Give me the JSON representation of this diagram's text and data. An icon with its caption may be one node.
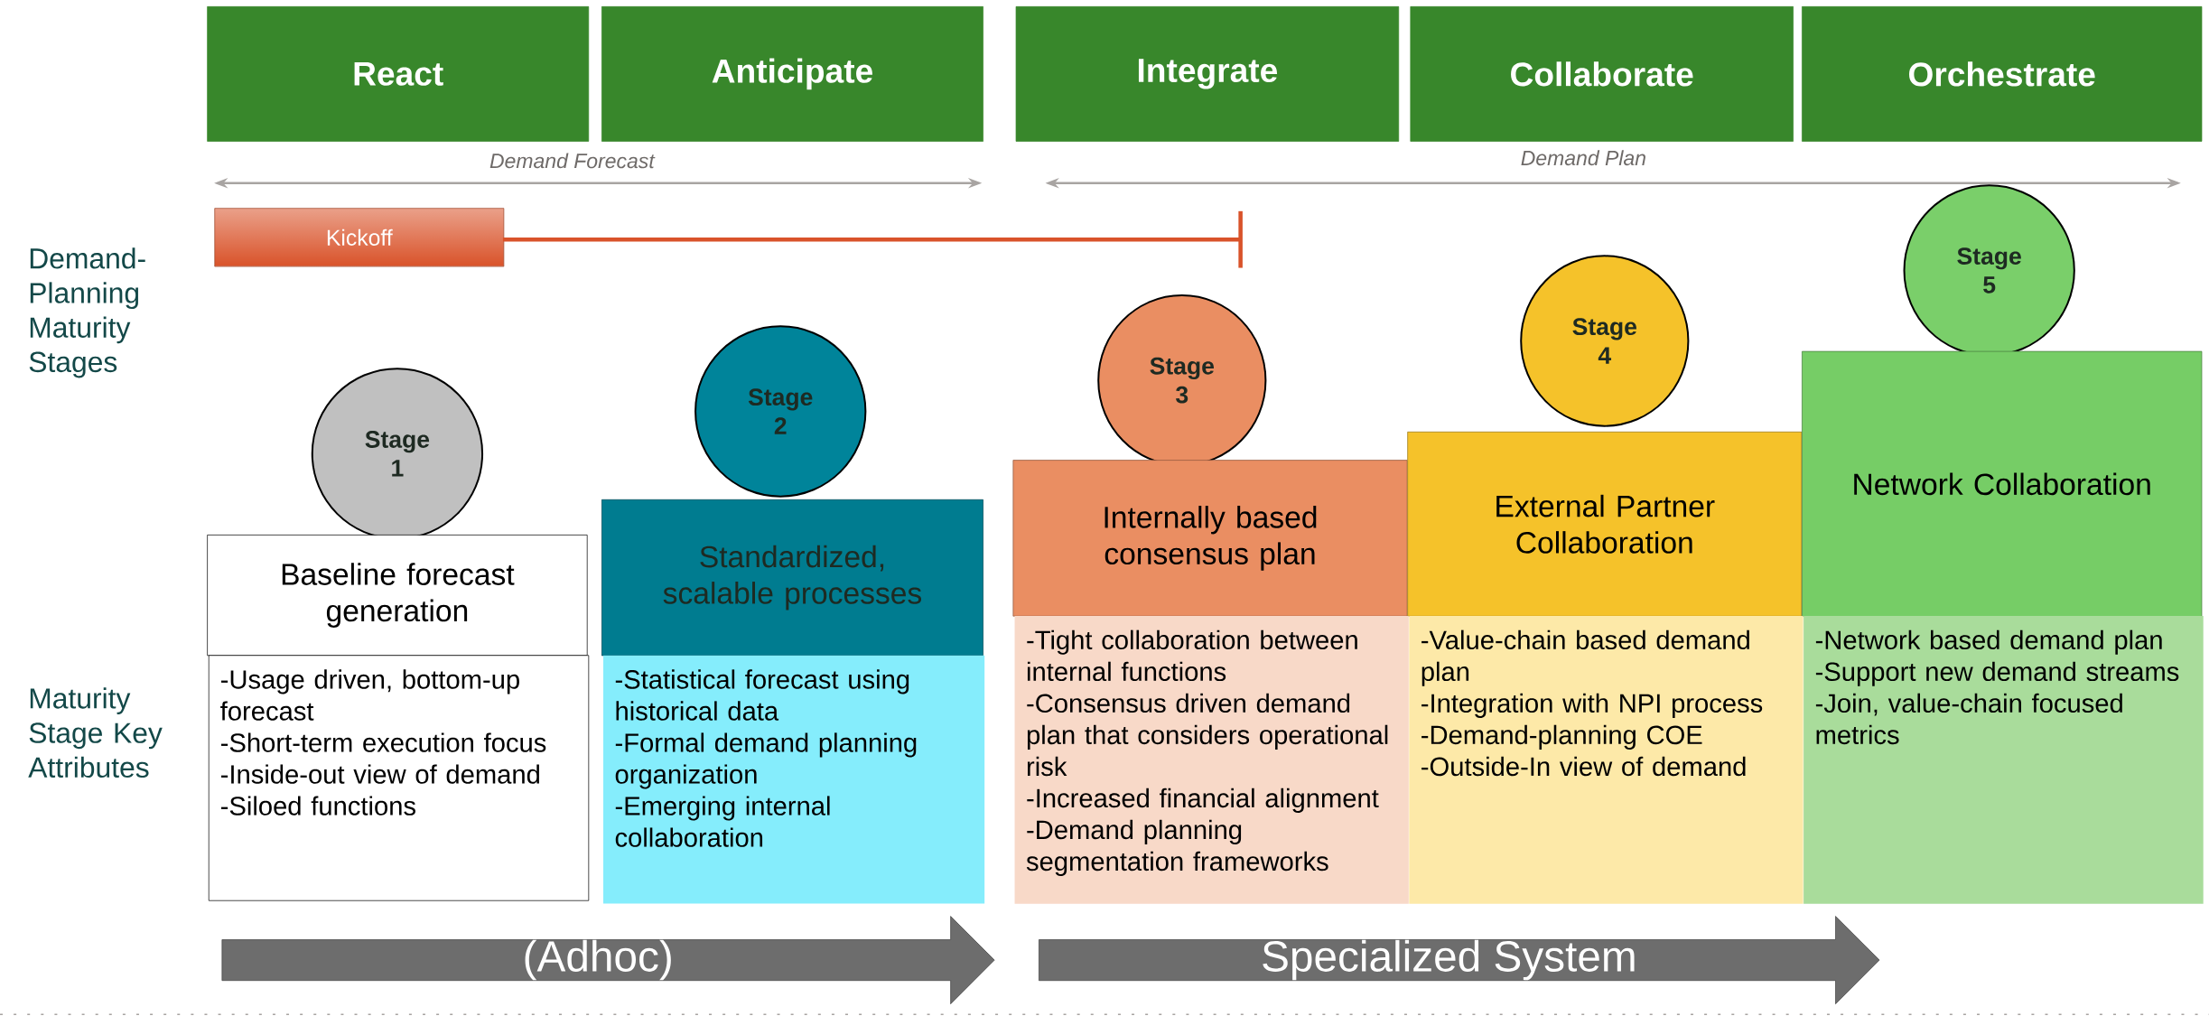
{
  "diagram": {
    "nodes": [
      {
        "text": [
          "React"
        ]
      },
      {
        "text": [
          "Anticipate"
        ]
      },
      {
        "text": [
          "Integrate"
        ]
      },
      {
        "text": [
          "Collaborate"
        ]
      },
      {
        "text": [
          "Orchestrate"
        ]
      },
      {
        "text": [
          "Kickoff"
        ]
      },
      {
        "text": [
          "Stage 1"
        ]
      },
      {
        "text": [
          "Stage 2"
        ]
      },
      {
        "text": [
          "Stage 3"
        ]
      },
      {
        "text": [
          "Stage 4"
        ]
      },
      {
        "text": [
          "Stage 5"
        ]
      },
      {
        "text": [
          "Baseline forecast generation"
        ]
      },
      {
        "text": [
          "Standardized, scalable processes"
        ]
      },
      {
        "text": [
          "Internally based consensus plan"
        ]
      },
      {
        "text": [
          "External Partner Collaboration"
        ]
      },
      {
        "text": [
          "Network Collaboration"
        ]
      },
      {
        "text": [
          "-Usage driven, bottom-up forecast",
          "-Short-term execution focus",
          "-Inside-out view of demand",
          "-Siloed functions"
        ]
      },
      {
        "text": [
          "-Statistical forecast using historical data",
          "-Formal demand planning organization",
          "-Emerging internal collaboration"
        ]
      },
      {
        "text": [
          "-Tight collaboration between internal functions",
          "-Consensus driven demand plan that considers operational risk",
          "-Increased financial alignment",
          "-Demand planning segmentation frameworks"
        ]
      },
      {
        "text": [
          "-Value-chain based demand plan",
          "-Integration with NPI process",
          "-Demand-planning COE",
          "-Outside-In view of demand"
        ]
      },
      {
        "text": [
          "-Network based demand plan",
          "-Support new demand streams",
          "-Join, value-chain focused metrics"
        ]
      },
      {
        "text": [
          "(Adhoc)"
        ]
      },
      {
        "text": [
          "Specialized System"
        ]
      }
    ],
    "labels": [
      "Demand Forecast",
      "Demand Plan",
      "Demand-Planning Maturity Stages",
      "Maturity Stage Key Attributes"
    ]
  }
}
